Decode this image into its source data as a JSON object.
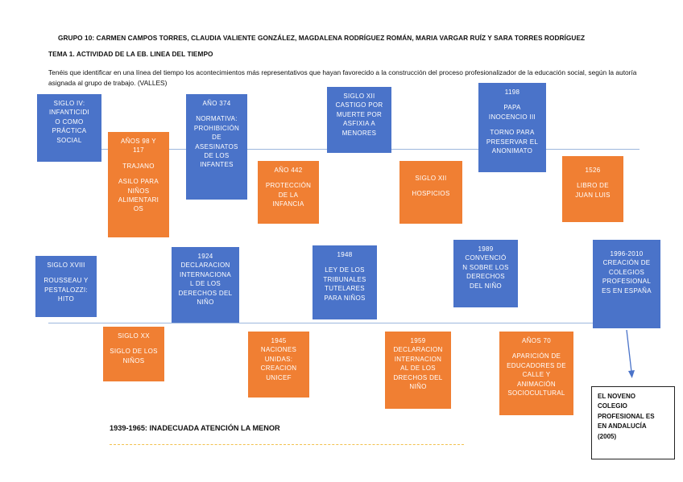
{
  "header": {
    "title": "GRUPO 10: CARMEN CAMPOS TORRES, CLAUDIA VALIENTE GONZÁLEZ, MAGDALENA RODRÍGUEZ ROMÁN, MARIA VARGAR RUÍZ Y SARA TORRES RODRÍGUEZ",
    "subtitle": "TEMA 1. ACTIVIDAD DE LA EB. LINEA DEL TIEMPO",
    "instructions": "Tenéis que identificar en una línea del tiempo los acontecimientos más representativos que hayan favorecido a la construcción del proceso profesionalizador de la educación social, según la autoría asignada al grupo de trabajo. (VALLES)"
  },
  "row1": {
    "b1": {
      "l1": "SIGLO IV:",
      "l2": "INFANTICIDI",
      "l3": "O COMO",
      "l4": "PRÁCTICA",
      "l5": "SOCIAL"
    },
    "o1": {
      "l1": "AÑOS 98 Y",
      "l2": "117",
      "l3": "TRAJANO",
      "l4": "ASILO PARA",
      "l5": "NIÑOS",
      "l6": "ALIMENTARI",
      "l7": "OS"
    },
    "b2": {
      "l1": "AÑO 374",
      "l2": "NORMATIVA:",
      "l3": "PROHIBICIÓN",
      "l4": "DE",
      "l5": "ASESINATOS",
      "l6": "DE LOS",
      "l7": "INFANTES"
    },
    "o2": {
      "l1": "AÑO 442",
      "l2": "PROTECCIÓN",
      "l3": "DE LA",
      "l4": "INFANCIA"
    },
    "b3": {
      "l1": "SIGLO XII",
      "l2": "CASTIGO POR",
      "l3": "MUERTE POR",
      "l4": "ASFIXIA A",
      "l5": "MENORES"
    },
    "o3": {
      "l1": "SIGLO XII",
      "l2": "HOSPICIOS"
    },
    "b4": {
      "l1": "1198",
      "l2": "PAPA",
      "l3": "INOCENCIO III",
      "l4": "TORNO PARA",
      "l5": "PRESERVAR EL",
      "l6": "ANONIMATO"
    },
    "o4": {
      "l1": "1526",
      "l2": "LIBRO DE",
      "l3": "JUAN LUIS"
    }
  },
  "row2": {
    "b1": {
      "l1": "SIGLO XVIII",
      "l2": "ROUSSEAU Y",
      "l3": "PESTALOZZI:",
      "l4": "HITO"
    },
    "o1": {
      "l1": "SIGLO XX",
      "l2": "SIGLO DE LOS",
      "l3": "NIÑOS"
    },
    "b2": {
      "l1": "1924",
      "l2": "DECLARACION",
      "l3": "INTERNACIONA",
      "l4": "L DE LOS",
      "l5": "DERECHOS DEL",
      "l6": "NIÑO"
    },
    "o2": {
      "l1": "1945",
      "l2": "NACIONES",
      "l3": "UNIDAS:",
      "l4": "CREACION",
      "l5": "UNICEF"
    },
    "b3": {
      "l1": "1948",
      "l2": "LEY DE LOS",
      "l3": "TRIBUNALES",
      "l4": "TUTELARES",
      "l5": "PARA NIÑOS"
    },
    "o3": {
      "l1": "1959",
      "l2": "DECLARACION",
      "l3": "INTERNACION",
      "l4": "AL DE LOS",
      "l5": "DRECHOS DEL",
      "l6": "NIÑO"
    },
    "b4": {
      "l1": "1989",
      "l2": "CONVENCIÓ",
      "l3": "N SOBRE LOS",
      "l4": "DERECHOS",
      "l5": "DEL NIÑO"
    },
    "o4": {
      "l1": "AÑOS 70",
      "l2": "APARICIÓN DE",
      "l3": "EDUCADORES DE",
      "l4": "CALLE Y",
      "l5": "ANIMACIÓN",
      "l6": "SOCIOCULTURAL"
    },
    "b5": {
      "l1": "1996-2010",
      "l2": "CREACIÓN DE",
      "l3": "COLEGIOS",
      "l4": "PROFESIONAL",
      "l5": "ES EN ESPAÑA"
    }
  },
  "note": "1939-1965: INADECUADA ATENCIÓN LA MENOR",
  "final_box": {
    "l1": "EL NOVENO",
    "l2": "COLEGIO",
    "l3": "PROFESIONAL ES",
    "l4": "EN ANDALUCÍA",
    "l5": "(2005)"
  },
  "colors": {
    "blue": "#4a73c9",
    "orange": "#f07f33",
    "line": "#9db7dd",
    "dash": "#f2c14e"
  }
}
